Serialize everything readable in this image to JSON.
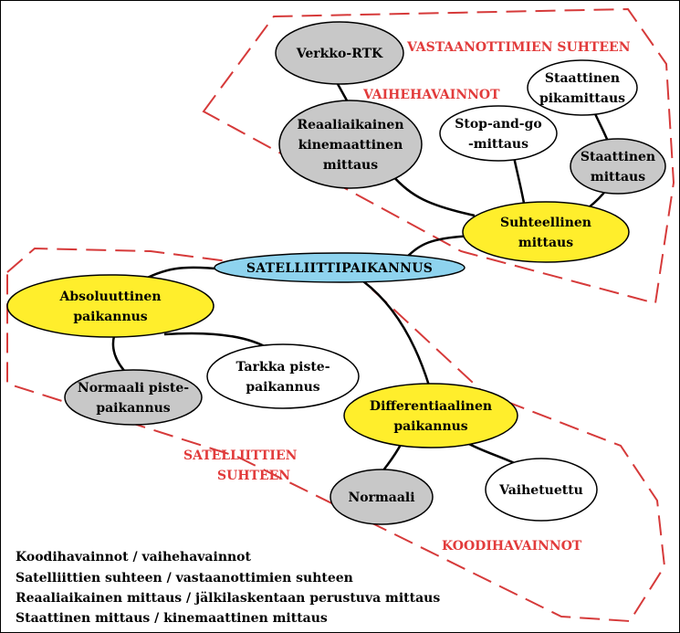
{
  "center": {
    "label": "SATELLIITTIPAIKANNUS"
  },
  "nodes": {
    "verkko_rtk": {
      "lines": [
        "Verkko-RTK"
      ]
    },
    "reaaliaikainen": {
      "lines": [
        "Reaaliaikainen",
        "kinemaattinen",
        "mittaus"
      ]
    },
    "stop_and_go": {
      "lines": [
        "Stop-and-go",
        "-mittaus"
      ]
    },
    "staattinen_pika": {
      "lines": [
        "Staattinen",
        "pikamittaus"
      ]
    },
    "staattinen": {
      "lines": [
        "Staattinen",
        "mittaus"
      ]
    },
    "suhteellinen": {
      "lines": [
        "Suhteellinen",
        "mittaus"
      ]
    },
    "absoluuttinen": {
      "lines": [
        "Absoluuttinen",
        "paikannus"
      ]
    },
    "normaali_piste": {
      "lines": [
        "Normaali piste-",
        "paikannus"
      ]
    },
    "tarkka_piste": {
      "lines": [
        "Tarkka piste-",
        "paikannus"
      ]
    },
    "differentiaalinen": {
      "lines": [
        "Differentiaalinen",
        "paikannus"
      ]
    },
    "normaali": {
      "lines": [
        "Normaali"
      ]
    },
    "vaihetuettu": {
      "lines": [
        "Vaihetuettu"
      ]
    }
  },
  "region_labels": {
    "vastaanottimien": "VASTAANOTTIMIEN SUHTEEN",
    "vaihehavainnot": "VAIHEHAVAINNOT",
    "satelliittien_1": "SATELLIITTIEN",
    "satelliittien_2": "SUHTEEN",
    "koodihavainnot": "KOODIHAVAINNOT"
  },
  "legend": [
    "Koodihavainnot / vaihehavainnot",
    "Satelliittien suhteen / vastaanottimien suhteen",
    "Reaaliaikainen mittaus / jälkilaskentaan perustuva mittaus",
    "Staattinen mittaus / kinemaattinen mittaus"
  ],
  "colors": {
    "gray_node": "#c8c8c8",
    "yellow_node": "#ffee2c",
    "white_node": "#ffffff",
    "center_node": "#8ed3ee",
    "dashed_border": "#d63a3a",
    "region_text": "#e23b3b"
  }
}
